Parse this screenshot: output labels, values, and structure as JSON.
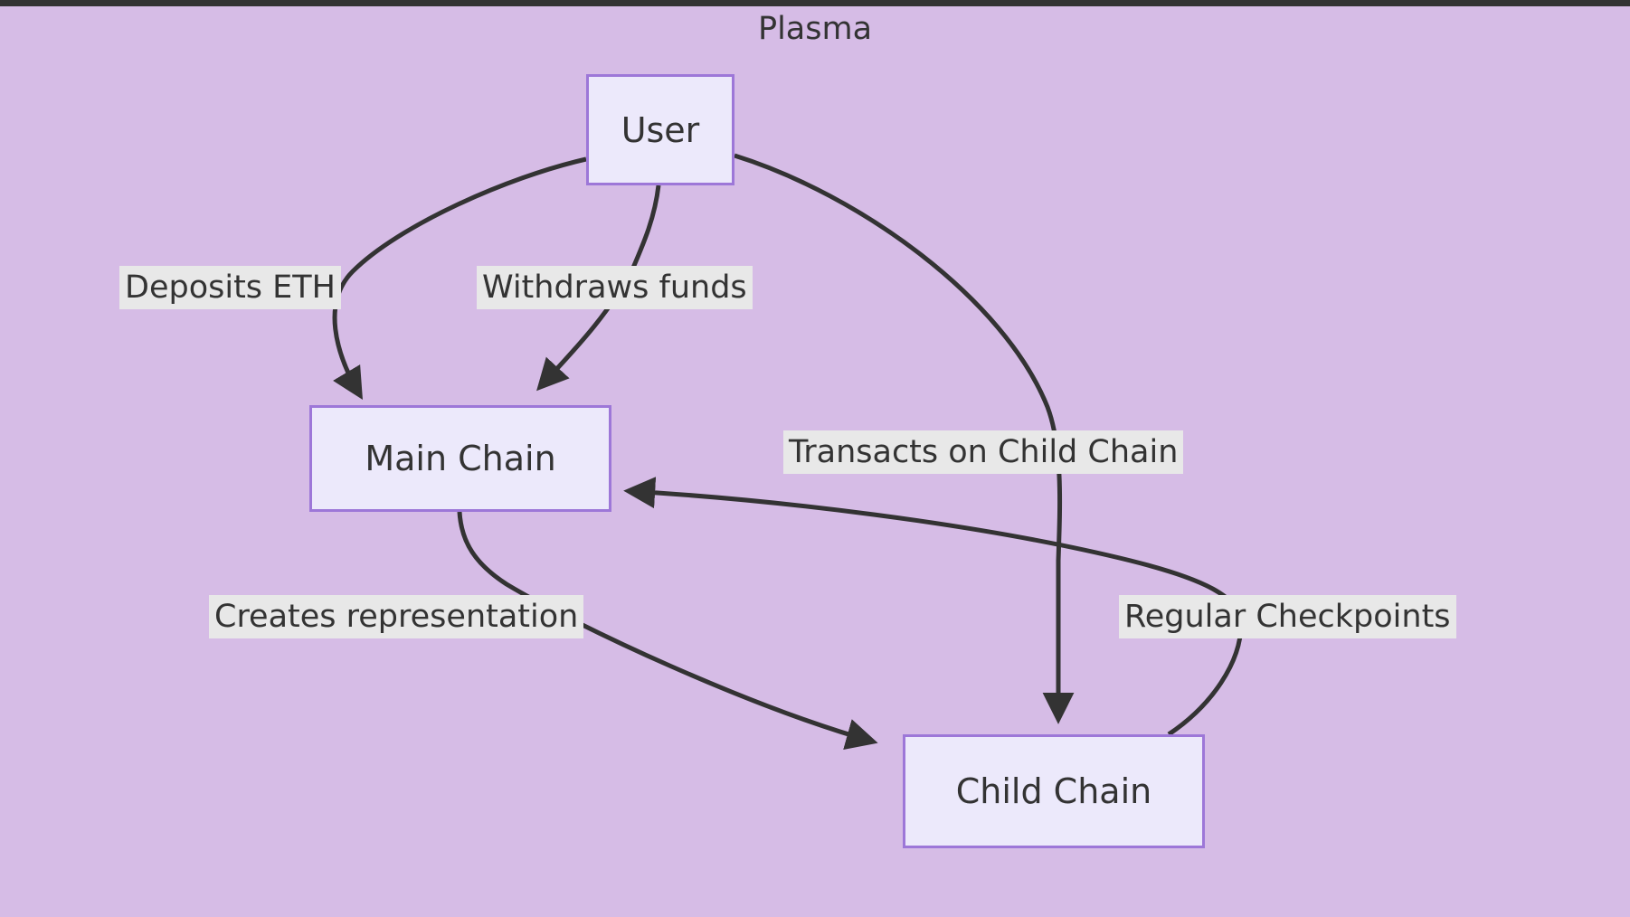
{
  "diagram": {
    "title": "Plasma",
    "type": "flowchart",
    "background_color": "#d6bce6",
    "node_fill_color": "#ece9fb",
    "node_border_color": "#9d77d8",
    "edge_color": "#333333",
    "label_background_color": "#e8e8e8",
    "text_color": "#333333",
    "topbar_color": "#333333"
  },
  "nodes": [
    {
      "id": "user",
      "label": "User"
    },
    {
      "id": "main_chain",
      "label": "Main Chain"
    },
    {
      "id": "child_chain",
      "label": "Child Chain"
    }
  ],
  "edges": [
    {
      "id": "deposits",
      "from": "User",
      "to": "Main Chain",
      "label": "Deposits ETH"
    },
    {
      "id": "withdraws",
      "from": "User",
      "to": "Main Chain",
      "label": "Withdraws funds"
    },
    {
      "id": "transacts",
      "from": "User",
      "to": "Child Chain",
      "label": "Transacts on Child Chain"
    },
    {
      "id": "creates",
      "from": "Main Chain",
      "to": "Child Chain",
      "label": "Creates representation"
    },
    {
      "id": "checkpoints",
      "from": "Child Chain",
      "to": "Main Chain",
      "label": "Regular Checkpoints"
    }
  ]
}
